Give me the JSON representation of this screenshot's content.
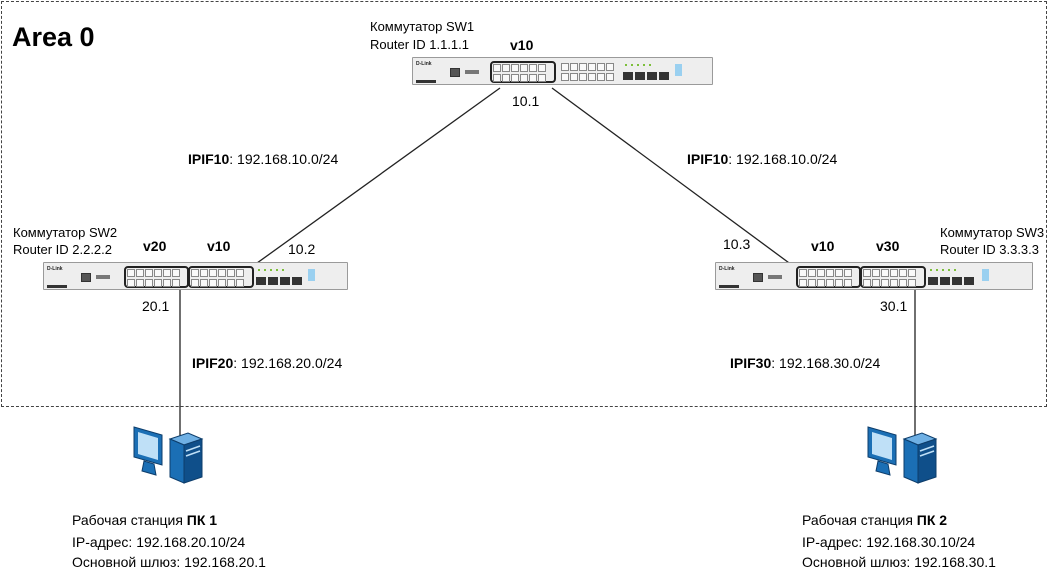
{
  "area": "Area 0",
  "sw1": {
    "title": "Коммутатор SW1",
    "router_id": "Router ID 1.1.1.1",
    "vlan_v10": "v10",
    "ip_v10": "10.1"
  },
  "sw2": {
    "title": "Коммутатор SW2",
    "router_id": "Router ID 2.2.2.2",
    "vlan_v20": "v20",
    "vlan_v10": "v10",
    "ip_v10": "10.2",
    "ip_v20": "20.1"
  },
  "sw3": {
    "title": "Коммутатор SW3",
    "router_id": "Router ID 3.3.3.3",
    "vlan_v10": "v10",
    "vlan_v30": "v30",
    "ip_v10": "10.3",
    "ip_v30": "30.1"
  },
  "links": {
    "left": {
      "iface": "IPIF10",
      "net": ": 192.168.10.0/24"
    },
    "right": {
      "iface": "IPIF10",
      "net": ": 192.168.10.0/24"
    },
    "pc1": {
      "iface": "IPIF20",
      "net": ": 192.168.20.0/24"
    },
    "pc2": {
      "iface": "IPIF30",
      "net": ": 192.168.30.0/24"
    }
  },
  "pc1": {
    "title_prefix": "Рабочая станция ",
    "title_bold": "ПК 1",
    "ip": "IP-адрес: 192.168.20.10/24",
    "gw": "Основной шлюз: 192.168.20.1"
  },
  "pc2": {
    "title_prefix": "Рабочая станция ",
    "title_bold": "ПК 2",
    "ip": "IP-адрес: 192.168.30.10/24",
    "gw": "Основной шлюз: 192.168.30.1"
  },
  "switch_logo": "D-Link"
}
